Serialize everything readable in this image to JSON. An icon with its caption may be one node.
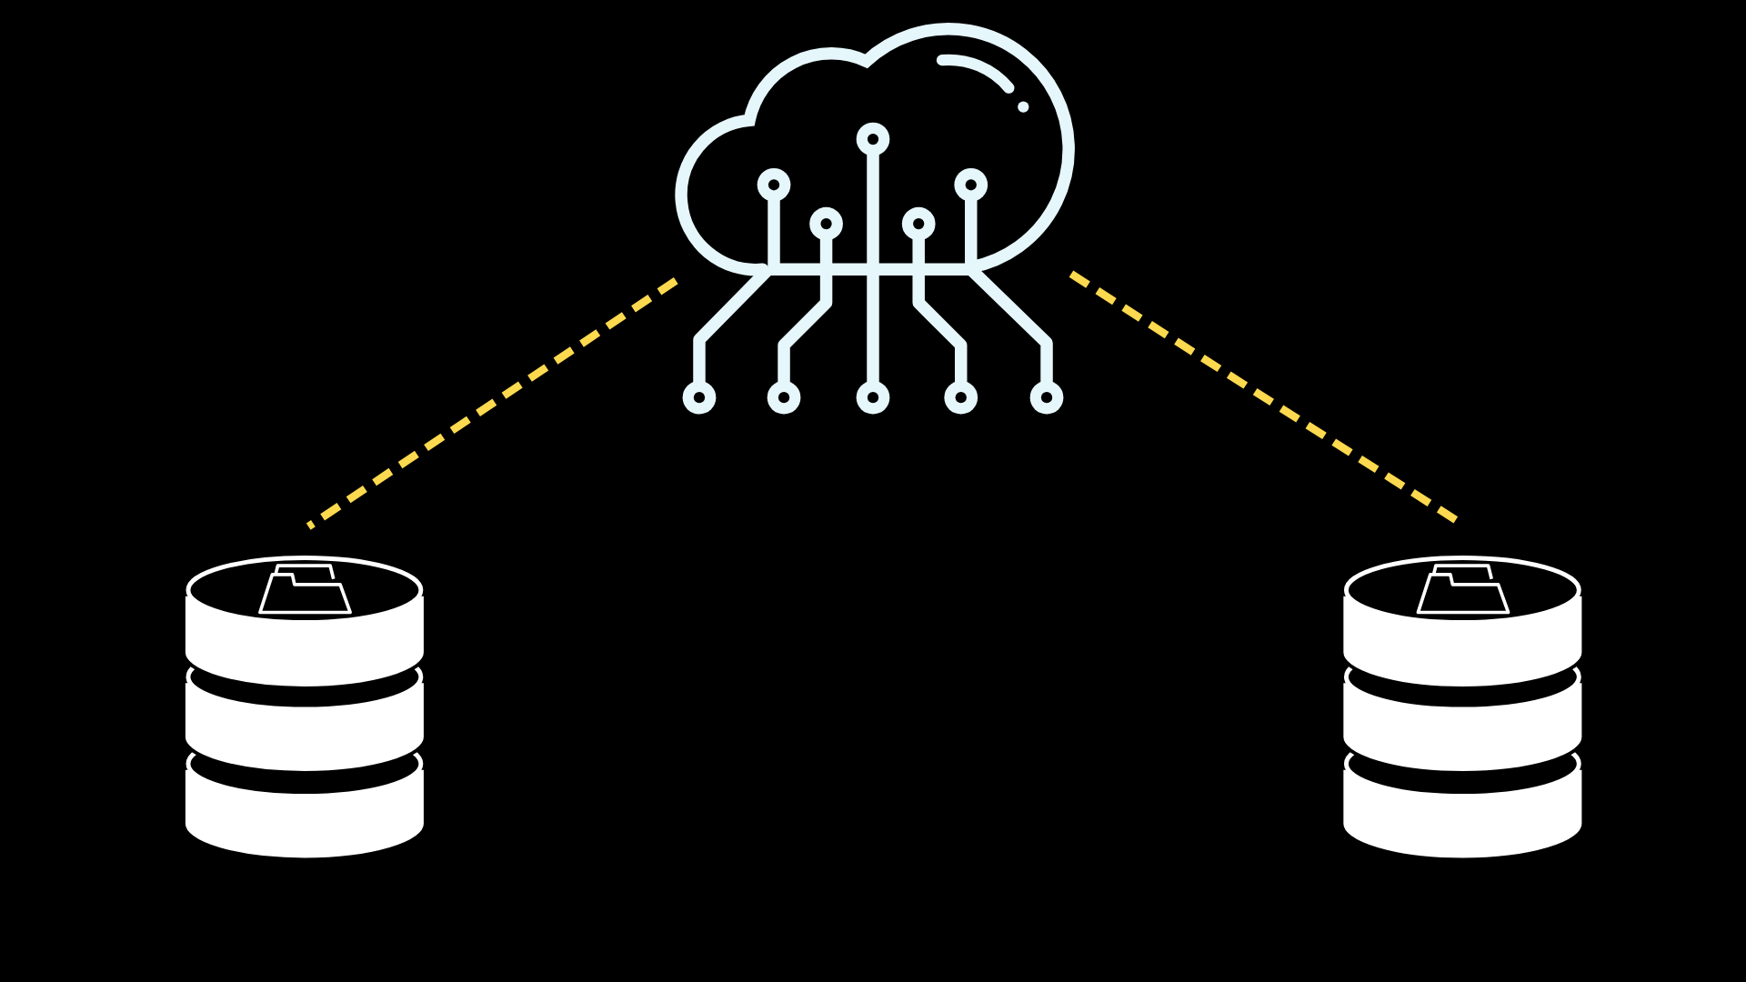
{
  "diagram": {
    "nodes": [
      {
        "text": [],
        "shape": "cloud"
      },
      {
        "text": [],
        "shape": "cylinder"
      },
      {
        "text": [],
        "shape": "cylinder"
      }
    ],
    "edges": [
      {
        "from": 0,
        "to": 1,
        "arrow": "none",
        "style": "dashed",
        "color": "#fcd94e"
      },
      {
        "from": 0,
        "to": 2,
        "arrow": "none",
        "style": "dashed",
        "color": "#fcd94e"
      }
    ]
  }
}
